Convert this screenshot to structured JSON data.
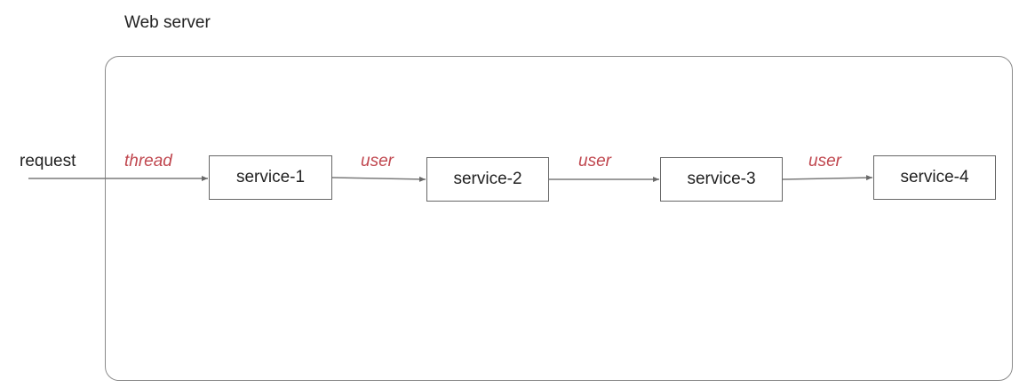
{
  "server": {
    "label": "Web server"
  },
  "request": {
    "label": "request"
  },
  "edges": [
    {
      "label": "thread"
    },
    {
      "label": "user"
    },
    {
      "label": "user"
    },
    {
      "label": "user"
    }
  ],
  "services": [
    {
      "label": "service-1"
    },
    {
      "label": "service-2"
    },
    {
      "label": "service-3"
    },
    {
      "label": "service-4"
    }
  ],
  "colors": {
    "edge_label": "#c0474f",
    "line": "#7a7a7a",
    "box_border": "#666666"
  }
}
